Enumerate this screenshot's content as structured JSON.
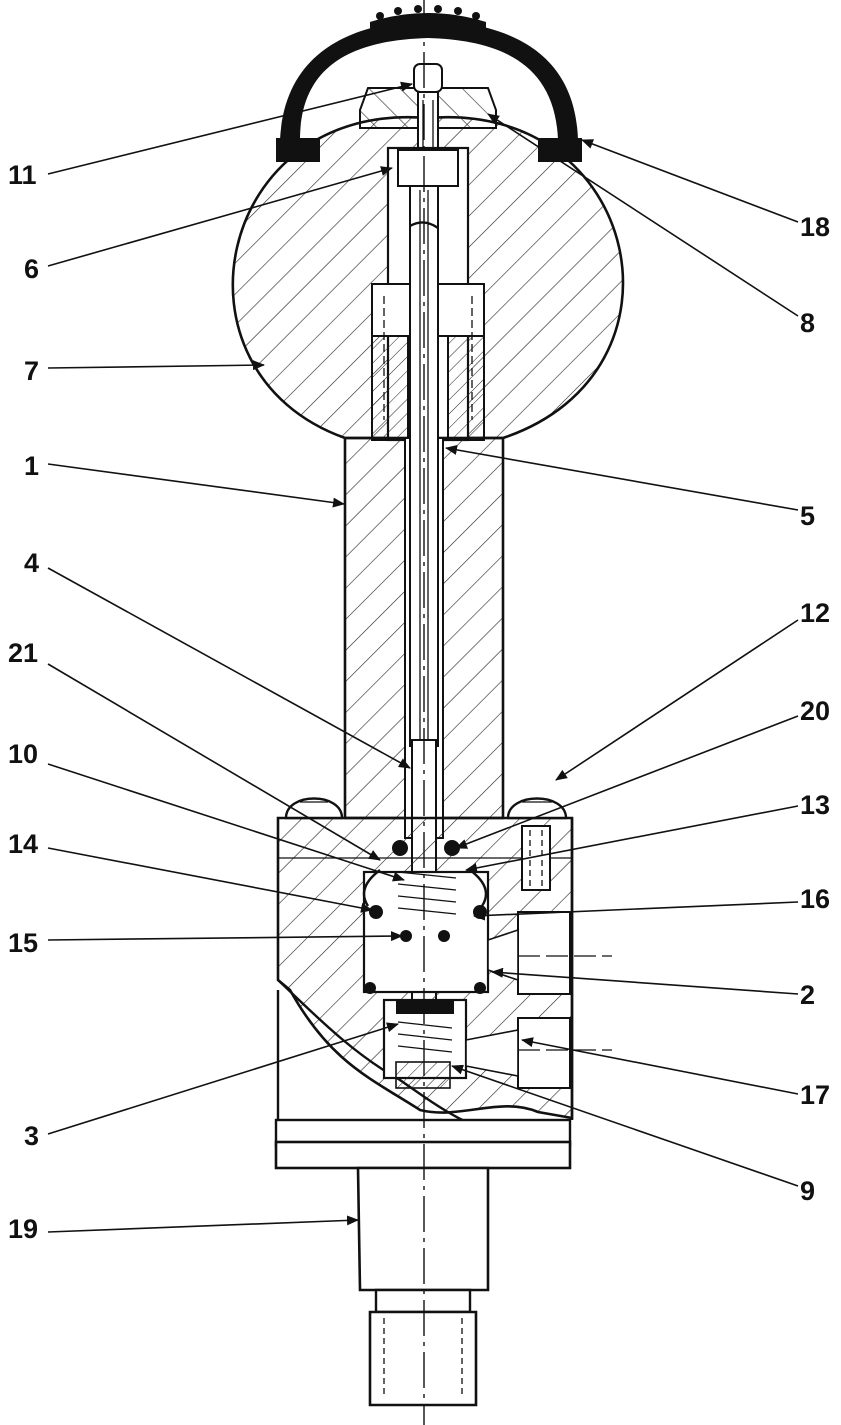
{
  "callouts": [
    {
      "id": "11",
      "label": "11"
    },
    {
      "id": "6",
      "label": "6"
    },
    {
      "id": "7",
      "label": "7"
    },
    {
      "id": "1",
      "label": "1"
    },
    {
      "id": "4",
      "label": "4"
    },
    {
      "id": "21",
      "label": "21"
    },
    {
      "id": "10",
      "label": "10"
    },
    {
      "id": "14",
      "label": "14"
    },
    {
      "id": "15",
      "label": "15"
    },
    {
      "id": "3",
      "label": "3"
    },
    {
      "id": "19",
      "label": "19"
    },
    {
      "id": "18",
      "label": "18"
    },
    {
      "id": "8",
      "label": "8"
    },
    {
      "id": "5",
      "label": "5"
    },
    {
      "id": "12",
      "label": "12"
    },
    {
      "id": "20",
      "label": "20"
    },
    {
      "id": "13",
      "label": "13"
    },
    {
      "id": "16",
      "label": "16"
    },
    {
      "id": "2",
      "label": "2"
    },
    {
      "id": "17",
      "label": "17"
    },
    {
      "id": "9",
      "label": "9"
    }
  ]
}
